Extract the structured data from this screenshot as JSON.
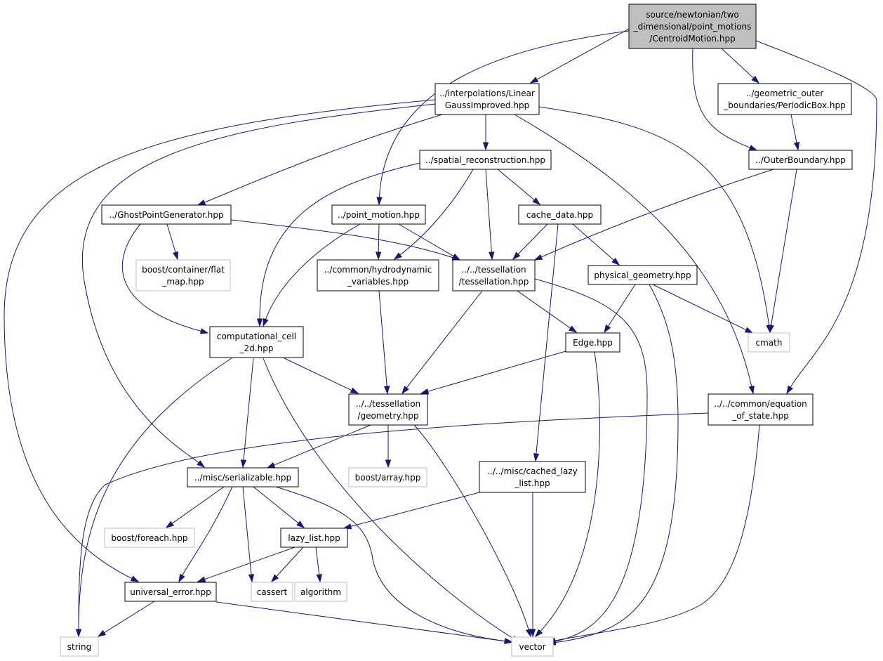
{
  "diagram": {
    "type": "include-dependency-graph",
    "colors": {
      "edge": "#191970",
      "root_fill": "#bfbfbf",
      "local_border": "#000000",
      "system_border": "#bfbfbf"
    },
    "nodes": [
      {
        "id": "centroid",
        "kind": "root",
        "lines": [
          "source/newtonian/two",
          "_dimensional/point_motions",
          "/CentroidMotion.hpp"
        ]
      },
      {
        "id": "lgi",
        "kind": "local",
        "lines": [
          "../interpolations/Linear",
          "GaussImproved.hpp"
        ]
      },
      {
        "id": "pbox",
        "kind": "local",
        "lines": [
          "../geometric_outer",
          "_boundaries/PeriodicBox.hpp"
        ]
      },
      {
        "id": "spatial",
        "kind": "local",
        "lines": [
          "../spatial_reconstruction.hpp"
        ]
      },
      {
        "id": "outer",
        "kind": "local",
        "lines": [
          "../OuterBoundary.hpp"
        ]
      },
      {
        "id": "ghost",
        "kind": "local",
        "lines": [
          "../GhostPointGenerator.hpp"
        ]
      },
      {
        "id": "pmotion",
        "kind": "local",
        "lines": [
          "../point_motion.hpp"
        ]
      },
      {
        "id": "cache",
        "kind": "local",
        "lines": [
          "cache_data.hpp"
        ]
      },
      {
        "id": "flatmap",
        "kind": "system",
        "lines": [
          "boost/container/flat",
          "_map.hpp"
        ]
      },
      {
        "id": "hydro",
        "kind": "local",
        "lines": [
          "../common/hydrodynamic",
          "_variables.hpp"
        ]
      },
      {
        "id": "tess",
        "kind": "local",
        "lines": [
          "../../tessellation",
          "/tessellation.hpp"
        ]
      },
      {
        "id": "physgeom",
        "kind": "local",
        "lines": [
          "physical_geometry.hpp"
        ]
      },
      {
        "id": "cell",
        "kind": "local",
        "lines": [
          "computational_cell",
          "_2d.hpp"
        ]
      },
      {
        "id": "edge",
        "kind": "local",
        "lines": [
          "Edge.hpp"
        ]
      },
      {
        "id": "cmath",
        "kind": "system",
        "lines": [
          "cmath"
        ]
      },
      {
        "id": "geometry",
        "kind": "local",
        "lines": [
          "../../tessellation",
          "/geometry.hpp"
        ]
      },
      {
        "id": "eos",
        "kind": "local",
        "lines": [
          "../../common/equation",
          "_of_state.hpp"
        ]
      },
      {
        "id": "serial",
        "kind": "local",
        "lines": [
          "../misc/serializable.hpp"
        ]
      },
      {
        "id": "barray",
        "kind": "system",
        "lines": [
          "boost/array.hpp"
        ]
      },
      {
        "id": "clazy",
        "kind": "local",
        "lines": [
          "../../misc/cached_lazy",
          "_list.hpp"
        ]
      },
      {
        "id": "foreach",
        "kind": "system",
        "lines": [
          "boost/foreach.hpp"
        ]
      },
      {
        "id": "lazy",
        "kind": "local",
        "lines": [
          "lazy_list.hpp"
        ]
      },
      {
        "id": "uerr",
        "kind": "local",
        "lines": [
          "universal_error.hpp"
        ]
      },
      {
        "id": "cassert",
        "kind": "system",
        "lines": [
          "cassert"
        ]
      },
      {
        "id": "algorithm",
        "kind": "system",
        "lines": [
          "algorithm"
        ]
      },
      {
        "id": "string",
        "kind": "system",
        "lines": [
          "string"
        ]
      },
      {
        "id": "vector",
        "kind": "system",
        "lines": [
          "vector"
        ]
      }
    ],
    "edges": [
      [
        "centroid",
        "lgi"
      ],
      [
        "centroid",
        "pbox"
      ],
      [
        "centroid",
        "outer"
      ],
      [
        "centroid",
        "pmotion"
      ],
      [
        "centroid",
        "eos"
      ],
      [
        "lgi",
        "spatial"
      ],
      [
        "lgi",
        "ghost"
      ],
      [
        "lgi",
        "serial"
      ],
      [
        "lgi",
        "uerr"
      ],
      [
        "lgi",
        "cmath"
      ],
      [
        "lgi",
        "eos"
      ],
      [
        "pbox",
        "outer"
      ],
      [
        "outer",
        "tess"
      ],
      [
        "outer",
        "cmath"
      ],
      [
        "spatial",
        "cache"
      ],
      [
        "spatial",
        "tess"
      ],
      [
        "spatial",
        "hydro"
      ],
      [
        "spatial",
        "cell"
      ],
      [
        "ghost",
        "flatmap"
      ],
      [
        "ghost",
        "tess"
      ],
      [
        "ghost",
        "cell"
      ],
      [
        "pmotion",
        "hydro"
      ],
      [
        "pmotion",
        "tess"
      ],
      [
        "pmotion",
        "cell"
      ],
      [
        "cache",
        "tess"
      ],
      [
        "cache",
        "physgeom"
      ],
      [
        "cache",
        "clazy"
      ],
      [
        "hydro",
        "geometry"
      ],
      [
        "tess",
        "edge"
      ],
      [
        "tess",
        "geometry"
      ],
      [
        "tess",
        "vector"
      ],
      [
        "physgeom",
        "edge"
      ],
      [
        "physgeom",
        "cmath"
      ],
      [
        "physgeom",
        "vector"
      ],
      [
        "cell",
        "geometry"
      ],
      [
        "cell",
        "serial"
      ],
      [
        "cell",
        "string"
      ],
      [
        "cell",
        "vector"
      ],
      [
        "edge",
        "geometry"
      ],
      [
        "edge",
        "vector"
      ],
      [
        "geometry",
        "serial"
      ],
      [
        "geometry",
        "barray"
      ],
      [
        "geometry",
        "vector"
      ],
      [
        "eos",
        "string"
      ],
      [
        "eos",
        "vector"
      ],
      [
        "serial",
        "foreach"
      ],
      [
        "serial",
        "lazy"
      ],
      [
        "serial",
        "uerr"
      ],
      [
        "serial",
        "cassert"
      ],
      [
        "serial",
        "vector"
      ],
      [
        "clazy",
        "lazy"
      ],
      [
        "clazy",
        "vector"
      ],
      [
        "lazy",
        "uerr"
      ],
      [
        "lazy",
        "cassert"
      ],
      [
        "lazy",
        "algorithm"
      ],
      [
        "uerr",
        "string"
      ],
      [
        "uerr",
        "vector"
      ]
    ]
  }
}
